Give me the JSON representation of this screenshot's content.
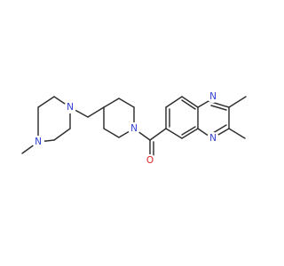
{
  "molecule": {
    "atoms": {
      "n_methylpiperazine": "N",
      "n_piperazine_ch2": "N",
      "n_piperidine": "N",
      "o_carbonyl": "O",
      "n_quinoxaline_top": "N",
      "n_quinoxaline_bottom": "N"
    },
    "colors": {
      "bond": "#2f2f2f",
      "nitrogen": "#2f3fd1",
      "oxygen": "#e11f1f"
    }
  }
}
